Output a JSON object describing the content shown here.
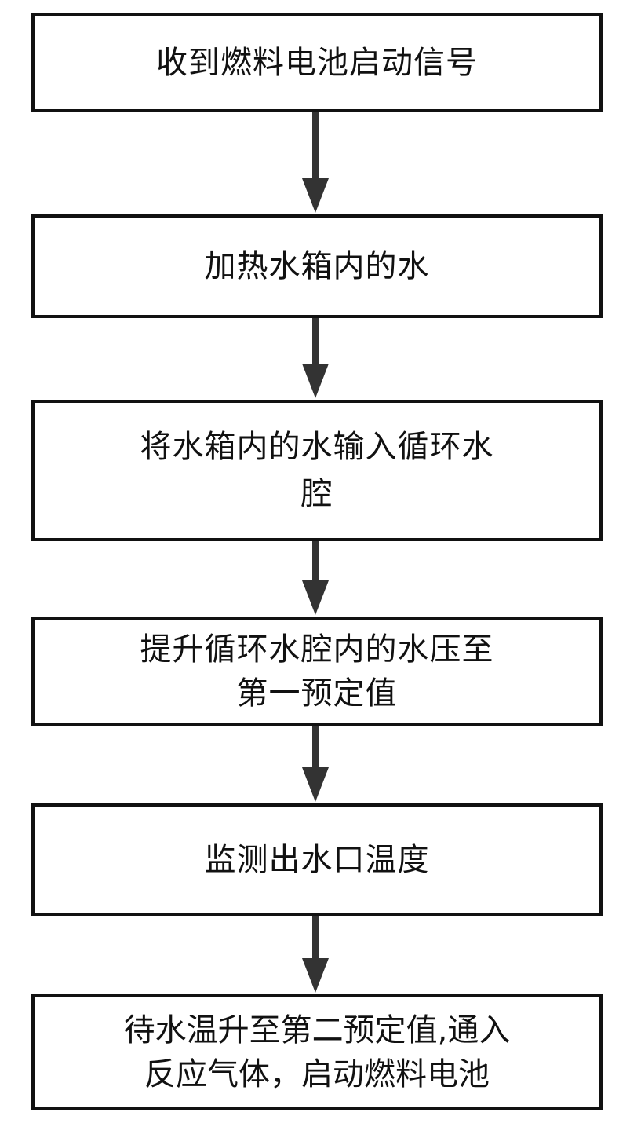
{
  "flowchart": {
    "steps": [
      {
        "lines": [
          "收到燃料电池启动信号"
        ]
      },
      {
        "lines": [
          "加热水箱内的水"
        ]
      },
      {
        "lines": [
          "将水箱内的水输入循环水",
          "腔"
        ]
      },
      {
        "lines": [
          "提升循环水腔内的水压至",
          "第一预定值"
        ]
      },
      {
        "lines": [
          "监测出水口温度"
        ]
      },
      {
        "lines": [
          "待水温升至第二预定值,通入",
          "反应气体，启动燃料电池"
        ]
      }
    ]
  }
}
